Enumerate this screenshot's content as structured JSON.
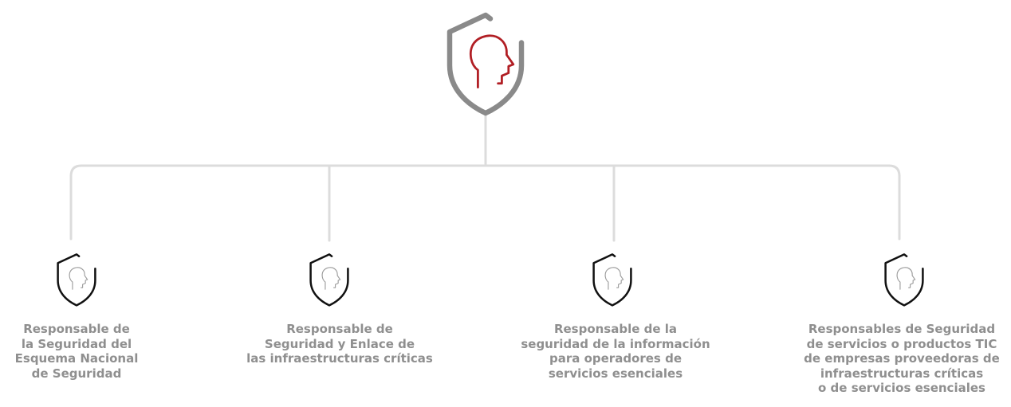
{
  "root": {
    "icon": "shield-person-head-icon"
  },
  "nodes": [
    {
      "icon": "shield-person-head-icon",
      "lines": [
        "Responsable de",
        "la Seguridad del",
        "Esquema Nacional",
        "de Seguridad"
      ]
    },
    {
      "icon": "shield-person-head-icon",
      "lines": [
        "Responsable de",
        "Seguridad y Enlace de",
        "las infraestructuras críticas"
      ]
    },
    {
      "icon": "shield-person-head-icon",
      "lines": [
        "Responsable de la",
        "seguridad de la información",
        "para operadores de",
        "servicios esenciales"
      ]
    },
    {
      "icon": "shield-person-head-icon",
      "lines": [
        "Responsables de Seguridad",
        "de servicios o productos TIC",
        "de empresas proveedoras de",
        "infraestructuras críticas",
        "o de servicios esenciales"
      ]
    }
  ],
  "colors": {
    "connector": "#dcdcdc",
    "root_shield": "#8a8a8a",
    "root_head": "#b11e24",
    "child_shield": "#111111",
    "child_head": "#9a9a9a",
    "label_text": "#8f8f8f",
    "background": "#ffffff"
  }
}
